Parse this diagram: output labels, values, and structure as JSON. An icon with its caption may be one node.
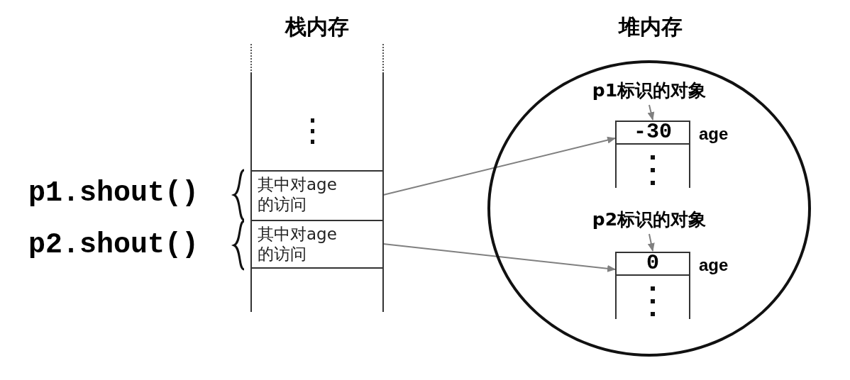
{
  "diagram": {
    "nodes": [
      {
        "text": [
          "栈内存"
        ]
      },
      {
        "text": [
          "其中对age的访问"
        ],
        "in": 0
      },
      {
        "text": [
          "其中对age的访问"
        ],
        "in": 0
      },
      {
        "text": [
          "堆内存"
        ]
      },
      {
        "text": [
          "p1标识的对象"
        ],
        "in": 3
      },
      {
        "text": [
          "-30"
        ],
        "beside": [
          "age"
        ],
        "in": 3
      },
      {
        "text": [
          "p2标识的对象"
        ],
        "in": 3
      },
      {
        "text": [
          "0"
        ],
        "beside": [
          "age"
        ],
        "in": 3
      }
    ],
    "edges": [
      {
        "from": 4,
        "to": 5,
        "arrow": "to"
      },
      {
        "from": 6,
        "to": 7,
        "arrow": "to"
      },
      {
        "from": 1,
        "to": 5,
        "arrow": "to"
      },
      {
        "from": 2,
        "to": 7,
        "arrow": "to"
      }
    ],
    "labels": [
      "p1.shout()",
      "p2.shout()"
    ]
  }
}
